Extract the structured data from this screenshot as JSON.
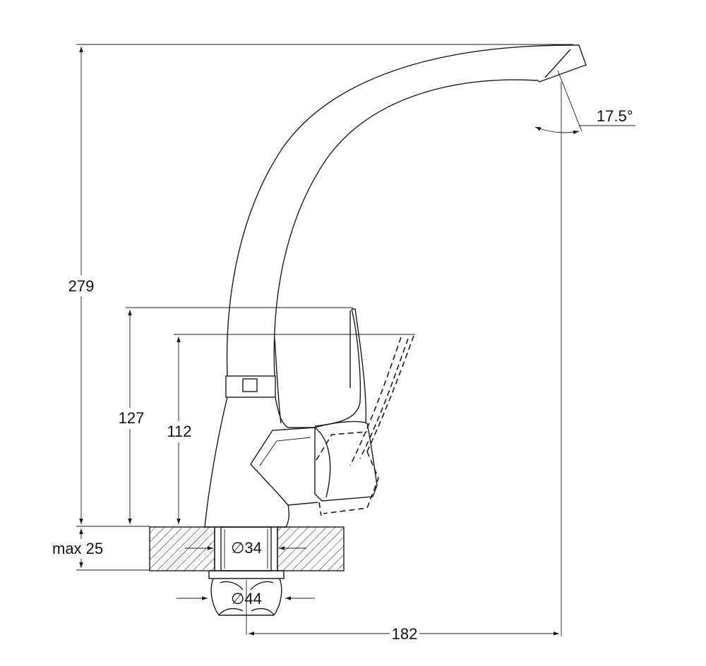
{
  "dimensions": {
    "total_height": "279",
    "lever_height": "127",
    "body_height": "112",
    "counter_thickness": "max 25",
    "hole_diameter": "∅34",
    "nut_diameter": "∅44",
    "spout_reach": "182",
    "spout_angle": "17.5°"
  }
}
